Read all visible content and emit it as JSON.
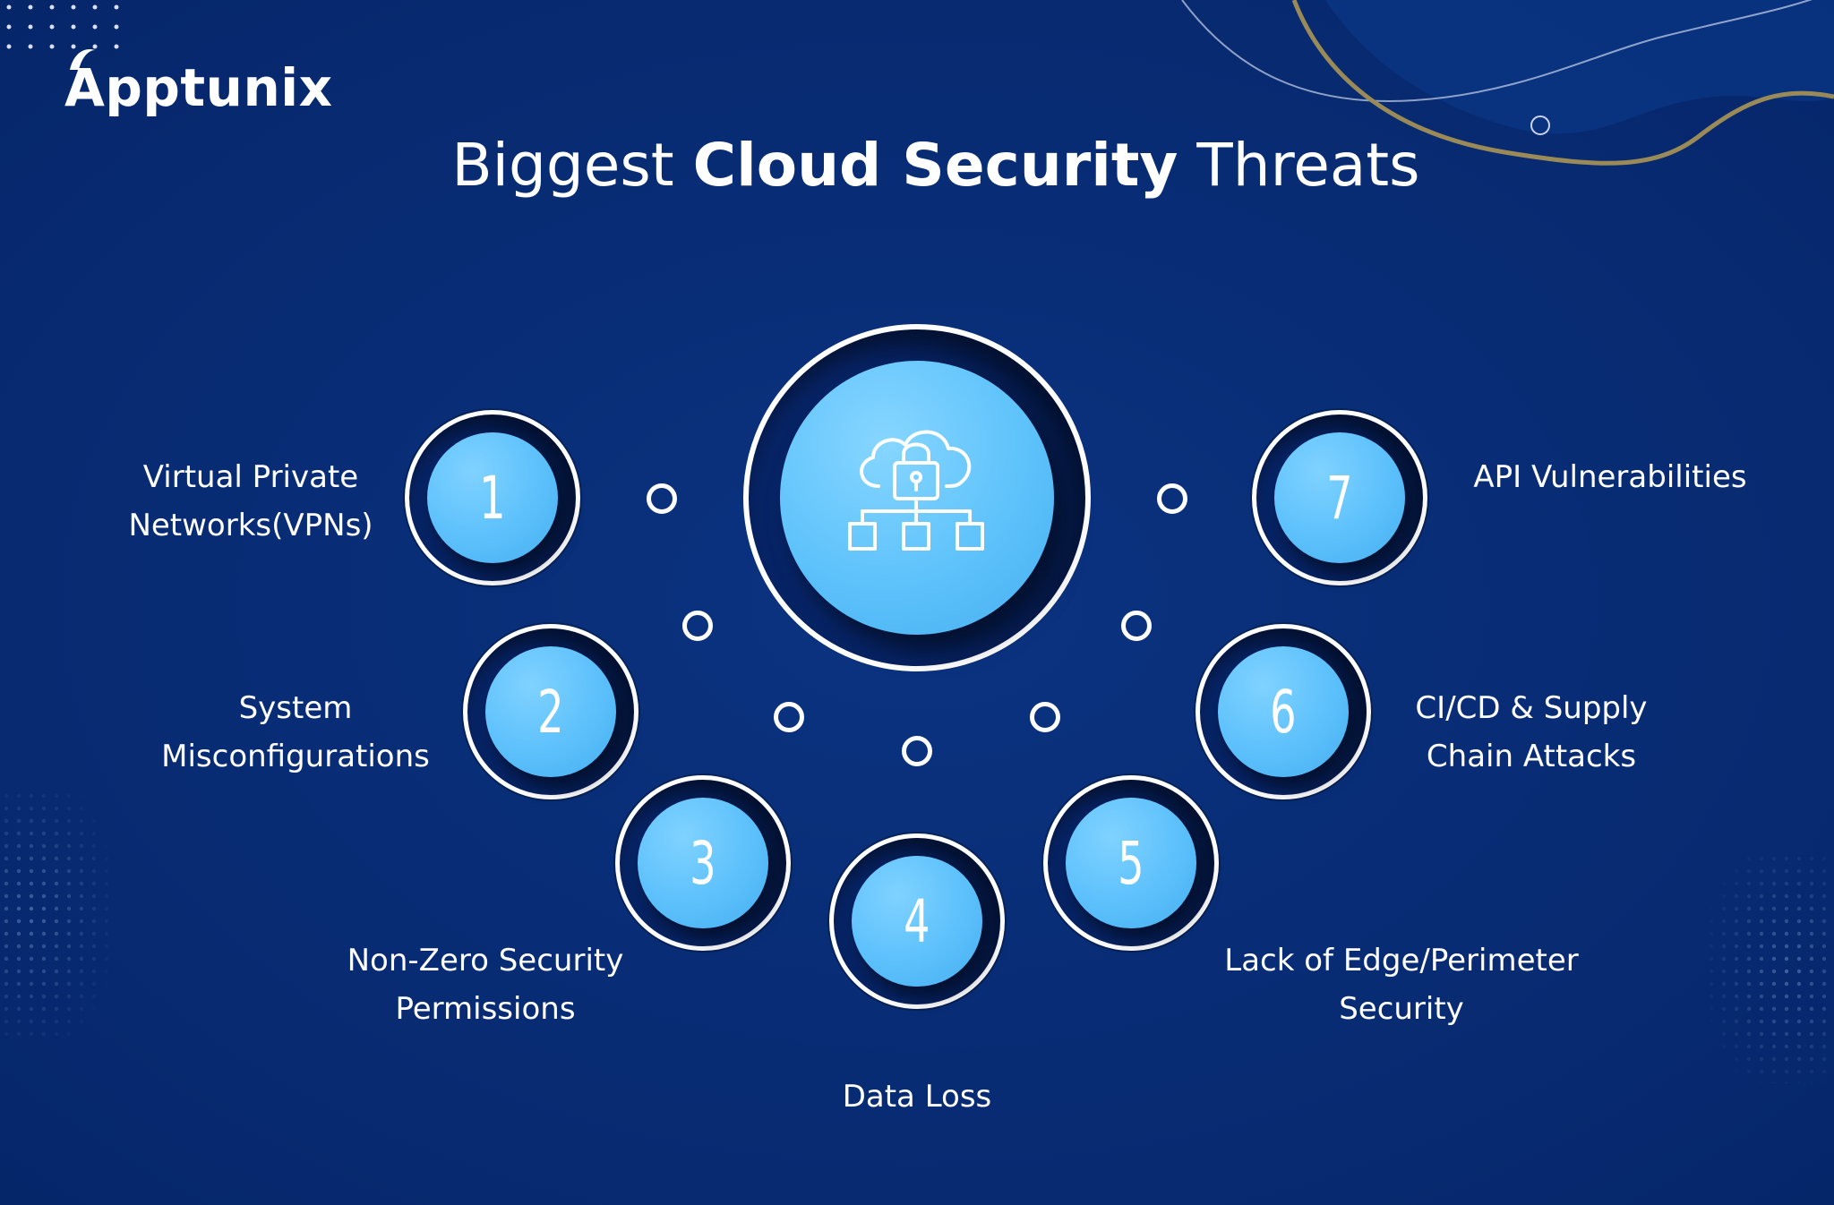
{
  "brand": {
    "name": "Apptunix"
  },
  "title": {
    "pre": "Biggest",
    "strong": "Cloud Security",
    "post": "Threats"
  },
  "center": {
    "icon": "cloud-lock-network-icon"
  },
  "threats": [
    {
      "number": "1",
      "lines": [
        "Virtual Private",
        "Networks(VPNs)"
      ]
    },
    {
      "number": "2",
      "lines": [
        "System",
        "Misconfigurations"
      ]
    },
    {
      "number": "3",
      "lines": [
        "Non-Zero Security",
        "Permissions"
      ]
    },
    {
      "number": "4",
      "lines": [
        "Data Loss"
      ]
    },
    {
      "number": "5",
      "lines": [
        "Lack of Edge/Perimeter",
        "Security"
      ]
    },
    {
      "number": "6",
      "lines": [
        "CI/CD & Supply",
        "Chain Attacks"
      ]
    },
    {
      "number": "7",
      "lines": [
        "API Vulnerabilities"
      ]
    }
  ],
  "colors": {
    "background": "#082c74",
    "node_fill": "#5cc0fb",
    "ring": "#ffffff",
    "gold_wave": "#9a8a58"
  }
}
